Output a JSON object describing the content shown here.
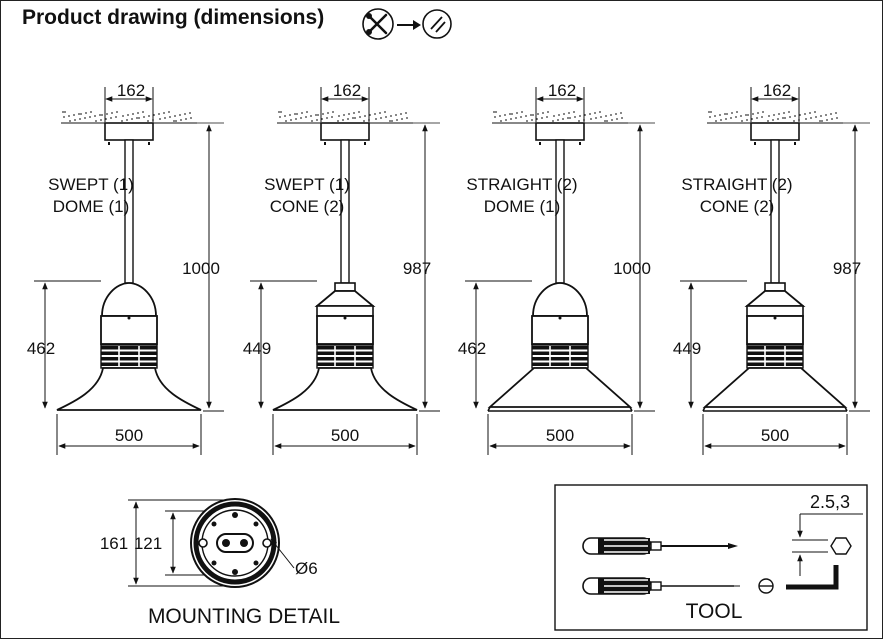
{
  "title": "Product drawing (dimensions)",
  "icons": [
    "screwdriver-crossed-icon",
    "arrow-right-icon",
    "screw-icon"
  ],
  "lamps": [
    {
      "label_line1": "SWEPT (1)",
      "label_line2": "DOME (1)",
      "width_top": "162",
      "total_height": "1000",
      "body_height": "462",
      "width_bottom": "500"
    },
    {
      "label_line1": "SWEPT (1)",
      "label_line2": "CONE (2)",
      "width_top": "162",
      "total_height": "987",
      "body_height": "449",
      "width_bottom": "500"
    },
    {
      "label_line1": "STRAIGHT (2)",
      "label_line2": "DOME (1)",
      "width_top": "162",
      "total_height": "1000",
      "body_height": "462",
      "width_bottom": "500"
    },
    {
      "label_line1": "STRAIGHT (2)",
      "label_line2": "CONE (2)",
      "width_top": "162",
      "total_height": "987",
      "body_height": "449",
      "width_bottom": "500"
    }
  ],
  "mounting": {
    "caption": "MOUNTING DETAIL",
    "outer_dim": "161",
    "inner_dim": "121",
    "hole_dim": "Ø6"
  },
  "tool": {
    "caption": "TOOL",
    "size": "2.5,3"
  }
}
